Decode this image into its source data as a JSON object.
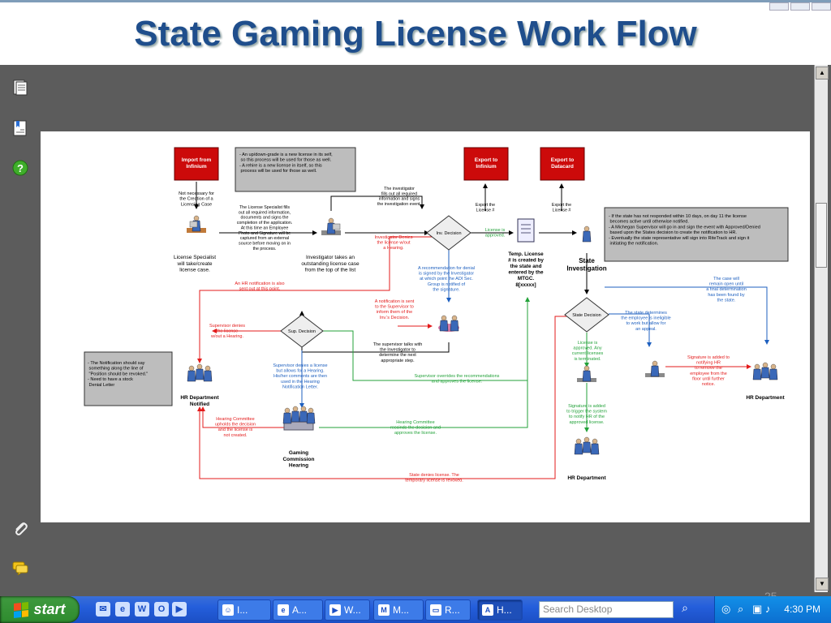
{
  "slide": {
    "title": "State Gaming License Work Flow",
    "page_number": "25"
  },
  "viewer": {
    "left_icons": [
      "pages-icon",
      "bookmarks-icon",
      "help-icon",
      "attachment-icon",
      "comment-icon"
    ],
    "help_glyph": "?"
  },
  "diagram": {
    "import_box": "Import from\nInfinium",
    "note_top": "- An up/down-grade is a new license in its self,\n  so this process will be used for those as well.\n- A rehire is a new license in itself, so this\n  process will be used for those as well.",
    "export_box_1": "Export to\nInfinium",
    "export_box_2": "Export to\nDatacard",
    "not_necessary": "Not necessary for\nthe Creation of a\nLicensing Case",
    "specialist_fills": "The License Specialist fills\nout all required information,\ndocuments and signs the\ncompletion of the application.\nAt this time an Employee\nPhoto and Signature will be\ncaptured from an external\nsource before moving on in\nthe process.",
    "investigator_fills": "The investigator\nfills out all required\ninformation and signs\nthe investigation event.",
    "export_license_1": "Export the\nLicense #",
    "export_license_2": "Export the\nLicense #",
    "note_right": "- If the state has not responded within 10 days, on day 11 the license\n  becomes active until otherwise notified.\n- A Michegan Supervisor will go in and sign the event with Approved/Denied\n  based upon the States decision to create the notification to HR.\n- Eventually the state representative will sign into RiteTrack and sign it\n  initiating the notification.",
    "license_specialist": "License Specialist\nwill take/create\nlicense case.",
    "investigator_takes": "Investigator takes an\noutstanding license case\nfrom the top of the list",
    "inv_decision": "Inv. Decision",
    "license_approved": "License is\napproved.",
    "temp_license": "Temp. License\n# is created by\nthe state and\nentered by the\nMTGC.\n8[xxxxx]",
    "state_investigation": "State\nInvestigation",
    "inv_denies": "Investigator Denies\nthe license w/out\na Hearing.",
    "recommendation": "A recommendation for denial\nis signed by the Investigator\nat which point the ADI Sec.\nGroup is notified of\nthe signature.",
    "hr_notification": "An HR notification is also\nsent out at this point.",
    "notif_supervisor": "A notification is sent\nto the Supervisor to\ninform them of the\nInv.'s Decision.",
    "case_open": "The case will\nremain open until\na final determination\nhas been found by\nthe state.",
    "state_decision": "State Decision",
    "state_determines": "The state determines\nthe employee is ineligible\nto work but allow for\nan appeal.",
    "sup_denies": "Supervisor denies\nthe license\nw/out a Hearing.",
    "sup_decision": "Sup. Decision",
    "supervisor_talks": "The supervisor talks with\nthe Investigator to\ndetermine the next\nappropriate step.",
    "license_approved_2": "License is\napproved.  Any\ncurrent licenses\nis terminated.",
    "signature_added_hr": "Signature is added to\nnotifying HR\nto remove the\nemployee from the\nfloor until further\nnotice.",
    "note_left": "- The Notification should say\n  something along the line of\n  \"Position should be revoked.\"\n- Need to have a stock\n  Denial Letter",
    "sup_hearing": "Supervisor denies a license\nbut allows for a Hearing.\nHis/her comments are then\nused in the Hearing\nNotification Letter.",
    "sup_overrides": "Supervisor overrides the recommendations\nand approves the license.",
    "hr_notified": "HR Department\nNotified",
    "hr_dept_right": "HR Department",
    "signature_trigger": "Signature is added\nto trigger the system\nto notify HR of the\napproved license.",
    "hc_upholds": "Hearing Committee\nupholds the decision\nand the license is\nnot created.",
    "hc_rescinds": "Hearing Committee\nrescinds the decision and\napproves the license.",
    "gaming_commission": "Gaming\nCommission\nHearing",
    "hr_dept_bottom": "HR Department",
    "state_denies": "State denies license.  The\ntemporary license is revoked."
  },
  "taskbar": {
    "start_label": "start",
    "buttons": [
      "I...",
      "A...",
      "W...",
      "M...",
      "R...",
      "H..."
    ],
    "search_placeholder": "Search Desktop",
    "clock": "4:30 PM"
  },
  "colors": {
    "title_blue": "#1f4e8c",
    "red_box": "#cc0a0a",
    "red_text": "#e31b1b",
    "blue_text": "#1d5fbf",
    "green_text": "#23a23a"
  }
}
